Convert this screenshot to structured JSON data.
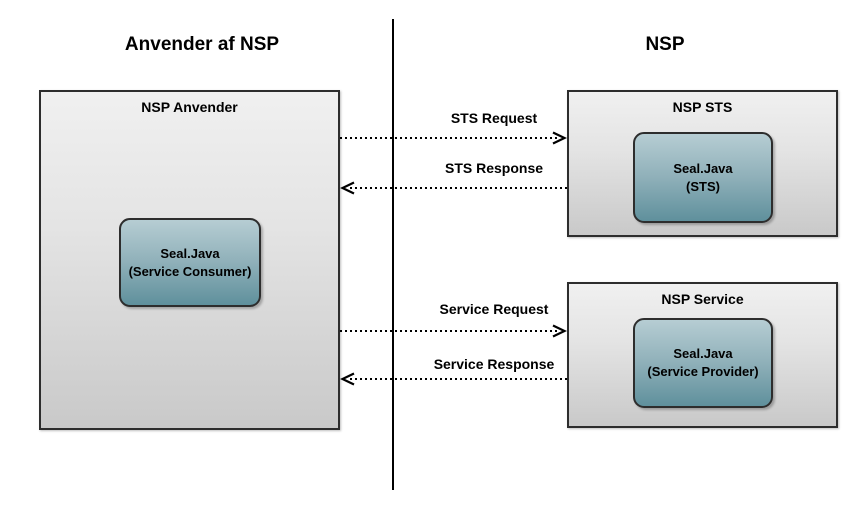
{
  "diagram": {
    "left_panel": {
      "title": "Anvender af NSP",
      "box": {
        "label": "NSP Anvender",
        "component": {
          "line1": "Seal.Java",
          "line2": "(Service Consumer)"
        }
      }
    },
    "right_panel": {
      "title": "NSP",
      "sts_box": {
        "label": "NSP STS",
        "component": {
          "line1": "Seal.Java",
          "line2": "(STS)"
        }
      },
      "service_box": {
        "label": "NSP Service",
        "component": {
          "line1": "Seal.Java",
          "line2": "(Service Provider)"
        }
      }
    },
    "messages": [
      {
        "label": "STS Request",
        "direction": "right"
      },
      {
        "label": "STS Response",
        "direction": "left"
      },
      {
        "label": "Service Request",
        "direction": "right"
      },
      {
        "label": "Service Response",
        "direction": "left"
      }
    ],
    "colors": {
      "background": "#ffffff",
      "box_border": "#2d2d2d",
      "outer_box_gradient_top": "#f0f0f0",
      "outer_box_gradient_bottom": "#c9c9c9",
      "component_gradient_top": "#b6cdd3",
      "component_gradient_bottom": "#5f909c",
      "line": "#000000",
      "text": "#000000"
    }
  }
}
